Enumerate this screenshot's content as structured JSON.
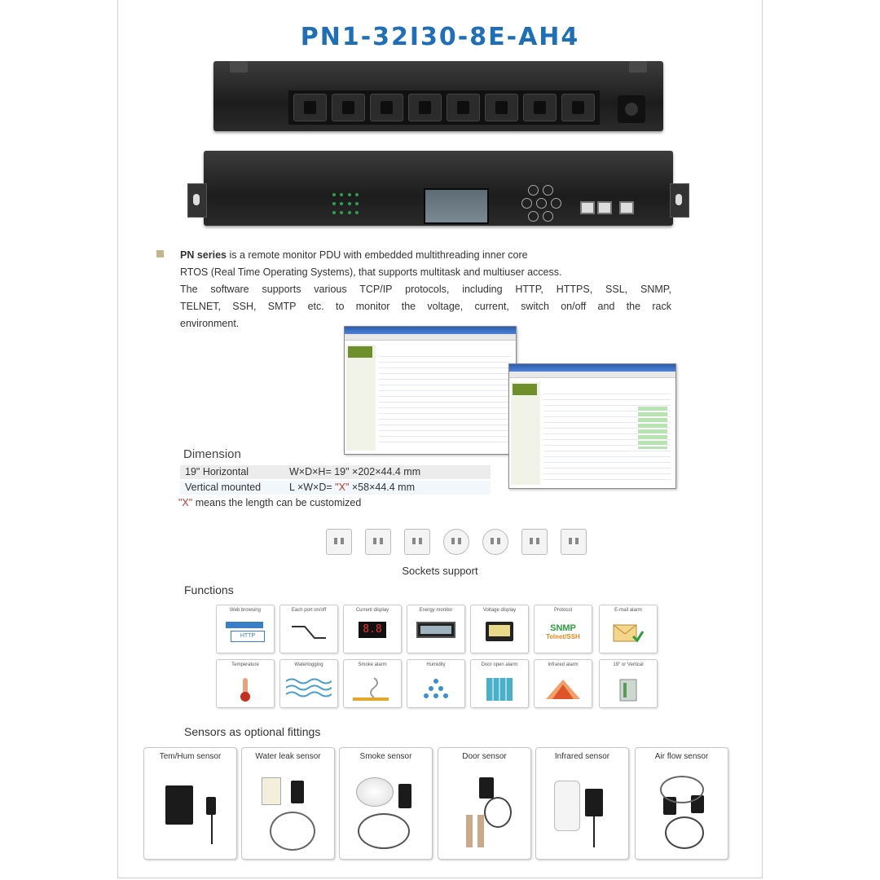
{
  "title": "PN1-32I30-8E-AH4",
  "description": {
    "brand": "PN series",
    "line1_rest": " is a remote monitor PDU with embedded multithreading inner core",
    "line2": "RTOS (Real Time Operating Systems), that supports multitask and multiuser access.",
    "line3": "The software supports various TCP/IP protocols, including HTTP, HTTPS, SSL, SNMP,",
    "line4": "TELNET, SSH, SMTP etc. to monitor the voltage, current, switch on/off and the rack",
    "line5": "environment."
  },
  "dimension": {
    "heading": "Dimension",
    "rows": [
      {
        "label": "19\" Horizontal",
        "value": "W×D×H= 19\" ×202×44.4 mm"
      },
      {
        "label": "Vertical mounted",
        "value_prefix": "L ×W×D= ",
        "value_quote": "\"X\"",
        "value_suffix": " ×58×44.4 mm"
      }
    ],
    "note_quote": "\"X\"",
    "note_rest": " means the length can be customized"
  },
  "sockets_label": "Sockets support",
  "functions_heading": "Functions",
  "functions": [
    "Web browsing",
    "Each port on/off",
    "Current display",
    "Energy monitor",
    "Voltage display",
    "Protocol",
    "E-mail alarm",
    "Temperature",
    "Waterlogging",
    "Smoke alarm",
    "Humidity",
    "Door open alarm",
    "Infrared alarm",
    "19\" or Vertical"
  ],
  "function_icon_text": {
    "http": "HTTP",
    "digits": "8.8",
    "snmp": "SNMP",
    "telnet": "Telnet/SSH"
  },
  "sensors_heading": "Sensors as optional fittings",
  "sensors": [
    "Tem/Hum sensor",
    "Water leak sensor",
    "Smoke sensor",
    "Door sensor",
    "Infrared sensor",
    "Air flow sensor"
  ],
  "colors": {
    "title": "#1d6fb8",
    "quote": "#c0392b",
    "snmp": "#2a9d3a",
    "telnet": "#e08a1e"
  }
}
